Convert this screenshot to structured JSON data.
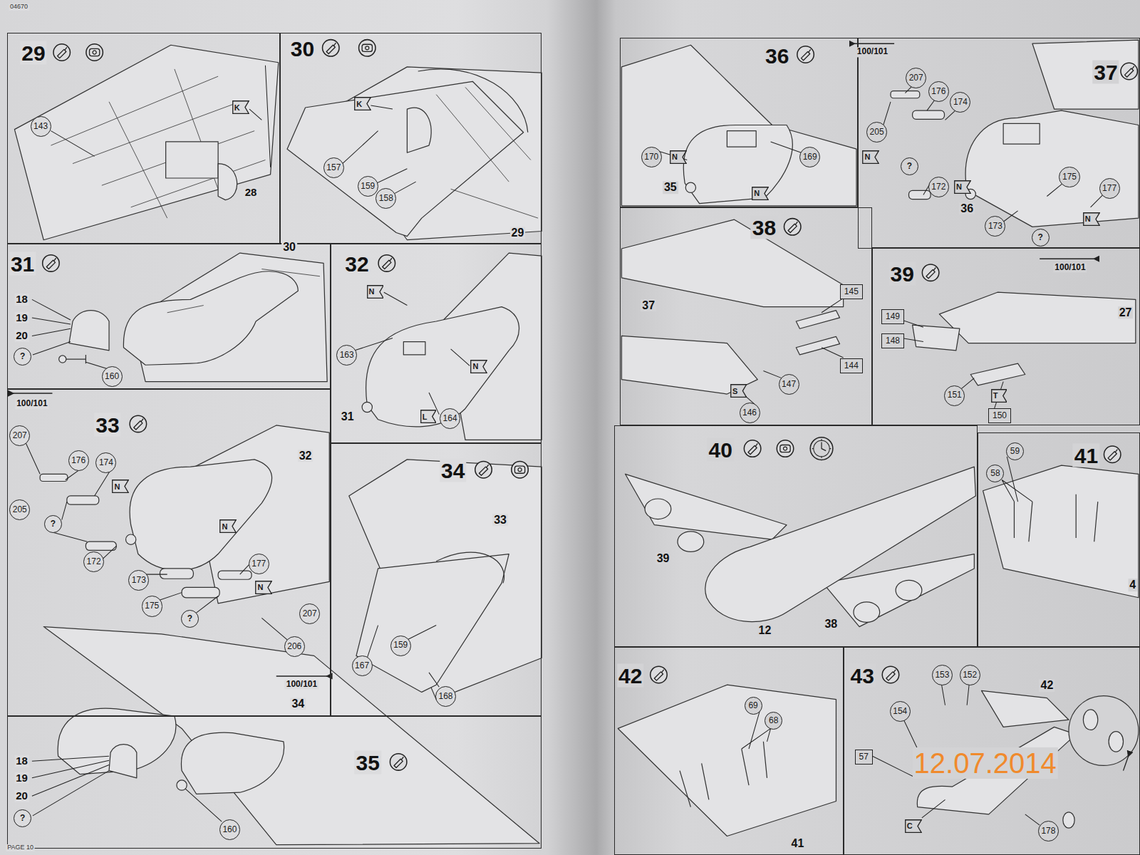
{
  "diagram": {
    "nodes": [
      {
        "text": [
          "29"
        ]
      },
      {
        "text": [
          "143"
        ],
        "in": 0
      },
      {
        "text": [
          "K"
        ],
        "in": 0
      },
      {
        "text": [
          "30"
        ]
      },
      {
        "text": [
          "K"
        ],
        "in": 3
      },
      {
        "text": [
          "157"
        ],
        "in": 3
      },
      {
        "text": [
          "159"
        ],
        "in": 3
      },
      {
        "text": [
          "158"
        ],
        "in": 3
      },
      {
        "text": [
          "31"
        ]
      },
      {
        "text": [
          "?"
        ],
        "in": 8
      },
      {
        "text": [
          "160"
        ],
        "in": 8
      },
      {
        "text": [
          "32"
        ]
      },
      {
        "text": [
          "N"
        ],
        "in": 11
      },
      {
        "text": [
          "163"
        ],
        "in": 11
      },
      {
        "text": [
          "N"
        ],
        "in": 11
      },
      {
        "text": [
          "L"
        ],
        "in": 11
      },
      {
        "text": [
          "164"
        ],
        "in": 11
      },
      {
        "text": [
          "33"
        ]
      },
      {
        "text": [
          "207"
        ],
        "in": 17
      },
      {
        "text": [
          "176"
        ],
        "in": 17
      },
      {
        "text": [
          "174"
        ],
        "in": 17
      },
      {
        "text": [
          "N"
        ],
        "in": 17
      },
      {
        "text": [
          "205"
        ],
        "in": 17
      },
      {
        "text": [
          "?"
        ],
        "in": 17
      },
      {
        "text": [
          "N"
        ],
        "in": 17
      },
      {
        "text": [
          "172"
        ],
        "in": 17
      },
      {
        "text": [
          "177"
        ],
        "in": 17
      },
      {
        "text": [
          "173"
        ],
        "in": 17
      },
      {
        "text": [
          "N"
        ],
        "in": 17
      },
      {
        "text": [
          "175"
        ],
        "in": 17
      },
      {
        "text": [
          "207"
        ],
        "in": 17
      },
      {
        "text": [
          "?"
        ],
        "in": 17
      },
      {
        "text": [
          "206"
        ],
        "in": 17
      },
      {
        "text": [
          "34"
        ]
      },
      {
        "text": [
          "159"
        ],
        "in": 33
      },
      {
        "text": [
          "167"
        ],
        "in": 33
      },
      {
        "text": [
          "168"
        ],
        "in": 33
      },
      {
        "text": [
          "35"
        ]
      },
      {
        "text": [
          "?"
        ],
        "in": 37
      },
      {
        "text": [
          "160"
        ],
        "in": 37
      },
      {
        "text": [
          "36"
        ]
      },
      {
        "text": [
          "170"
        ],
        "in": 40
      },
      {
        "text": [
          "N"
        ],
        "in": 40
      },
      {
        "text": [
          "169"
        ],
        "in": 40
      },
      {
        "text": [
          "N"
        ],
        "in": 40
      },
      {
        "text": [
          "37"
        ]
      },
      {
        "text": [
          "207"
        ],
        "in": 45
      },
      {
        "text": [
          "176"
        ],
        "in": 45
      },
      {
        "text": [
          "174"
        ],
        "in": 45
      },
      {
        "text": [
          "205"
        ],
        "in": 45
      },
      {
        "text": [
          "N"
        ],
        "in": 45
      },
      {
        "text": [
          "?"
        ],
        "in": 45
      },
      {
        "text": [
          "175"
        ],
        "in": 45
      },
      {
        "text": [
          "172"
        ],
        "in": 45
      },
      {
        "text": [
          "N"
        ],
        "in": 45
      },
      {
        "text": [
          "177"
        ],
        "in": 45
      },
      {
        "text": [
          "N"
        ],
        "in": 45
      },
      {
        "text": [
          "173"
        ],
        "in": 45
      },
      {
        "text": [
          "?"
        ],
        "in": 45
      },
      {
        "text": [
          "38"
        ]
      },
      {
        "text": [
          "145"
        ],
        "in": 59
      },
      {
        "text": [
          "144"
        ],
        "in": 59
      },
      {
        "text": [
          "147"
        ],
        "in": 59
      },
      {
        "text": [
          "S"
        ],
        "in": 59
      },
      {
        "text": [
          "146"
        ],
        "in": 59
      },
      {
        "text": [
          "39"
        ]
      },
      {
        "text": [
          "149"
        ],
        "in": 65
      },
      {
        "text": [
          "148"
        ],
        "in": 65
      },
      {
        "text": [
          "151"
        ],
        "in": 65
      },
      {
        "text": [
          "T"
        ],
        "in": 65
      },
      {
        "text": [
          "150"
        ],
        "in": 65
      },
      {
        "text": [
          "40"
        ]
      },
      {
        "text": [
          "41"
        ]
      },
      {
        "text": [
          "59"
        ],
        "in": 72
      },
      {
        "text": [
          "58"
        ],
        "in": 72
      },
      {
        "text": [
          "42"
        ]
      },
      {
        "text": [
          "69"
        ],
        "in": 75
      },
      {
        "text": [
          "68"
        ],
        "in": 75
      },
      {
        "text": [
          "43"
        ]
      },
      {
        "text": [
          "153"
        ],
        "in": 78
      },
      {
        "text": [
          "152"
        ],
        "in": 78
      },
      {
        "text": [
          "154"
        ],
        "in": 78
      },
      {
        "text": [
          "57"
        ],
        "in": 78
      },
      {
        "text": [
          "178"
        ],
        "in": 78
      },
      {
        "text": [
          "C"
        ],
        "in": 78
      }
    ],
    "labels": [
      "04670",
      "28",
      "29",
      "30",
      "18",
      "19",
      "20",
      "31",
      "100/101",
      "32",
      "100/101",
      "33",
      "34",
      "18",
      "19",
      "20",
      "PAGE 10",
      "35",
      "100/101",
      "36",
      "100/101",
      "37",
      "27",
      "39",
      "12",
      "38",
      "4",
      "41",
      "42",
      "12.07.2014"
    ]
  }
}
